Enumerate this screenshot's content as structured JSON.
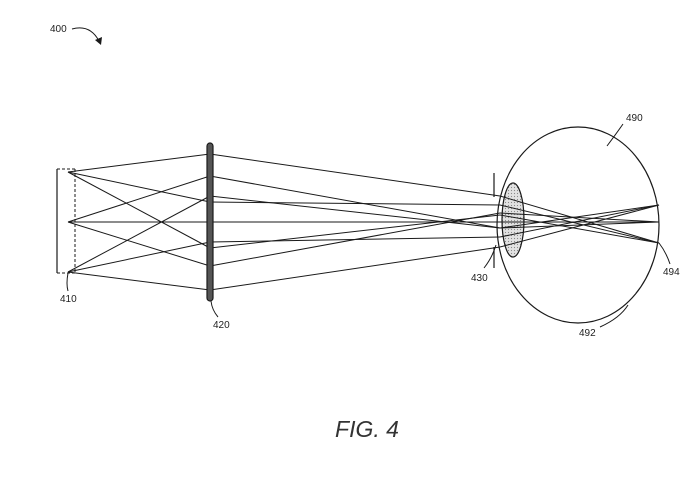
{
  "figure": {
    "id_label": "400",
    "caption": "FIG. 4"
  },
  "labels": {
    "display": "410",
    "lens": "420",
    "pupil": "430",
    "eye": "490",
    "eye_lens": "492",
    "retina": "494"
  },
  "colors": {
    "line": "#1a1a1a",
    "lens_fill": "#555555",
    "eye_lens_fill": "#d4d4d4"
  }
}
